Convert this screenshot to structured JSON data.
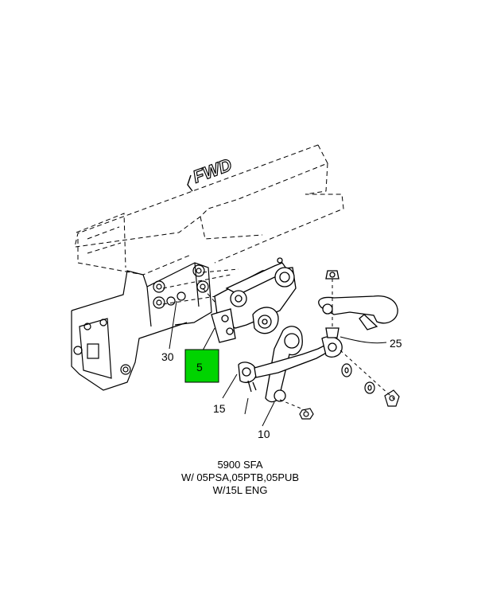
{
  "diagram": {
    "fwd_label": "FWD",
    "callouts": {
      "c5": "5",
      "c10": "10",
      "c15": "15",
      "c25": "25",
      "c30": "30"
    },
    "highlight_color": "#00d400",
    "caption": {
      "line1": "5900 SFA",
      "line2": "W/ 05PSA,05PTB,05PUB",
      "line3": "W/15L ENG"
    }
  }
}
